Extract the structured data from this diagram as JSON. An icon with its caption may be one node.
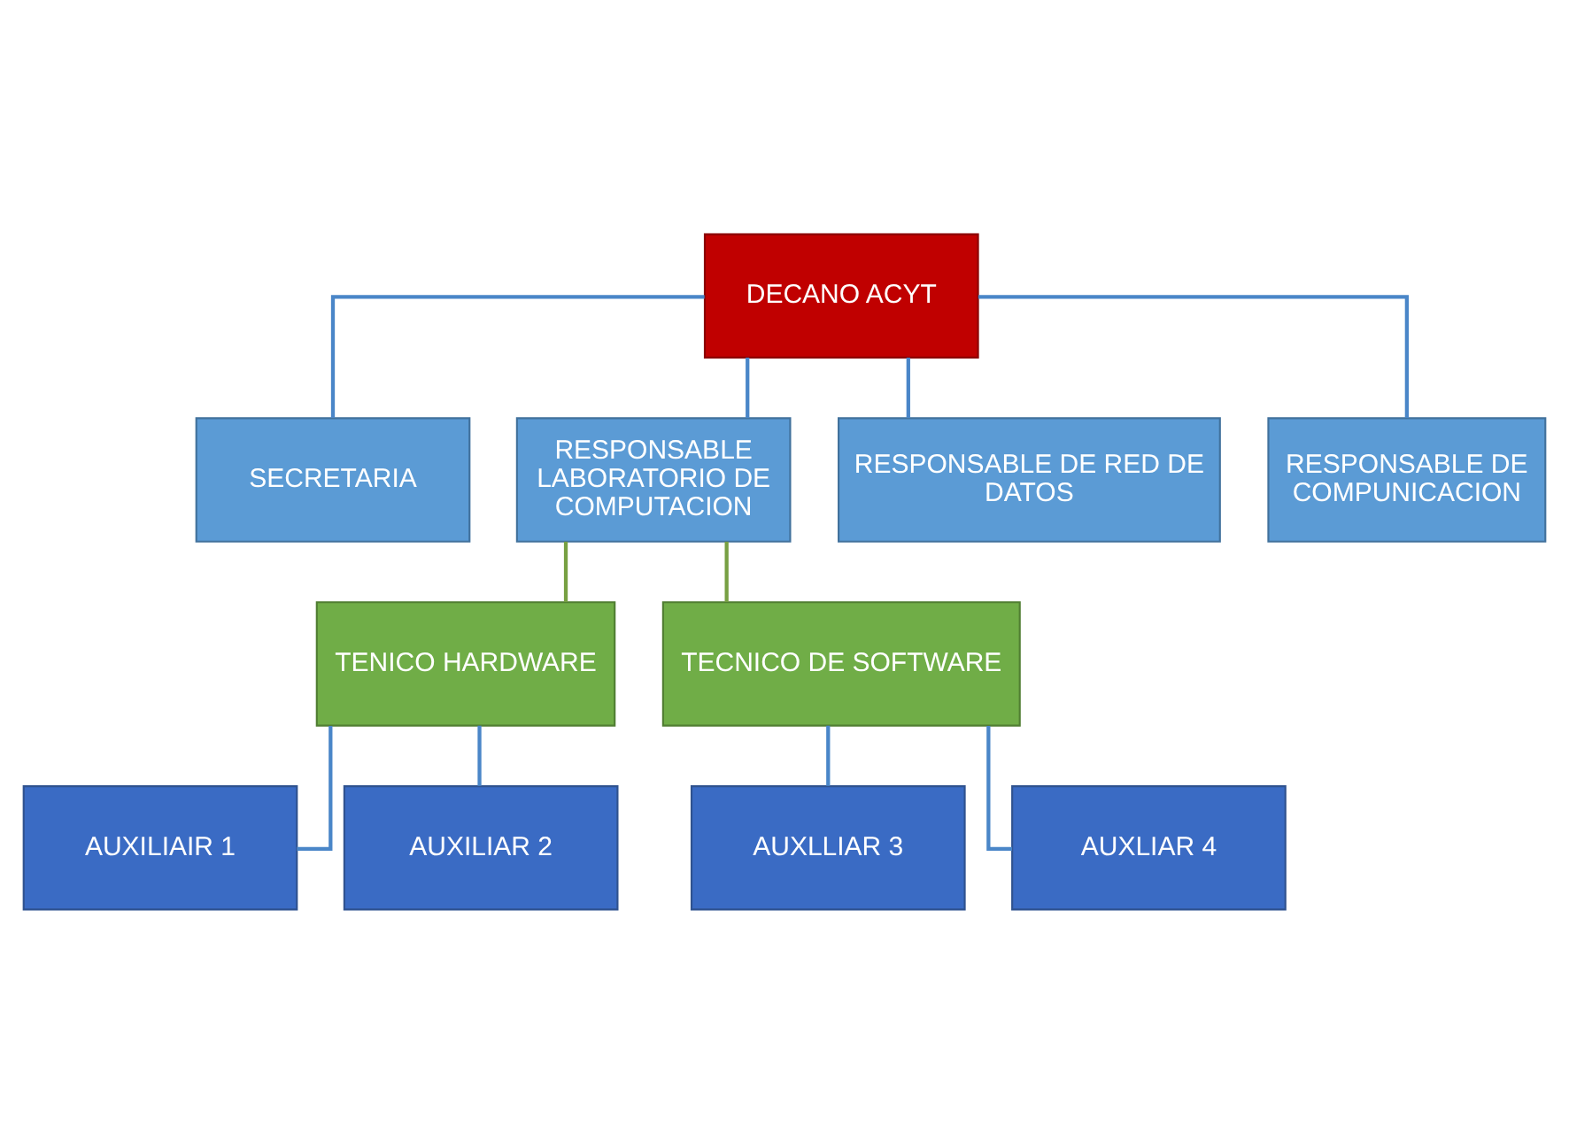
{
  "diagram": {
    "nodes": [
      {
        "text": [
          "DECANO ACYT"
        ]
      },
      {
        "text": [
          "SECRETARIA"
        ]
      },
      {
        "text": [
          "RESPONSABLE LABORATORIO DE COMPUTACION"
        ]
      },
      {
        "text": [
          "RESPONSABLE DE RED DE DATOS"
        ]
      },
      {
        "text": [
          "RESPONSABLE DE COMPUNICACION"
        ]
      },
      {
        "text": [
          "TENICO HARDWARE"
        ]
      },
      {
        "text": [
          "TECNICO DE SOFTWARE"
        ]
      },
      {
        "text": [
          "AUXILIAIR 1"
        ]
      },
      {
        "text": [
          "AUXILIAR 2"
        ]
      },
      {
        "text": [
          "AUXLLIAR 3"
        ]
      },
      {
        "text": [
          "AUXLIAR 4"
        ]
      }
    ],
    "edges": [
      {
        "from": 0,
        "to": 1,
        "arrow": "none"
      },
      {
        "from": 0,
        "to": 2,
        "arrow": "none"
      },
      {
        "from": 0,
        "to": 3,
        "arrow": "none"
      },
      {
        "from": 0,
        "to": 4,
        "arrow": "none"
      },
      {
        "from": 2,
        "to": 5,
        "arrow": "none",
        "color": "#77a043"
      },
      {
        "from": 2,
        "to": 6,
        "arrow": "none",
        "color": "#77a043"
      },
      {
        "from": 5,
        "to": 7,
        "arrow": "none"
      },
      {
        "from": 5,
        "to": 8,
        "arrow": "none"
      },
      {
        "from": 6,
        "to": 9,
        "arrow": "none"
      },
      {
        "from": 6,
        "to": 10,
        "arrow": "none"
      }
    ]
  }
}
